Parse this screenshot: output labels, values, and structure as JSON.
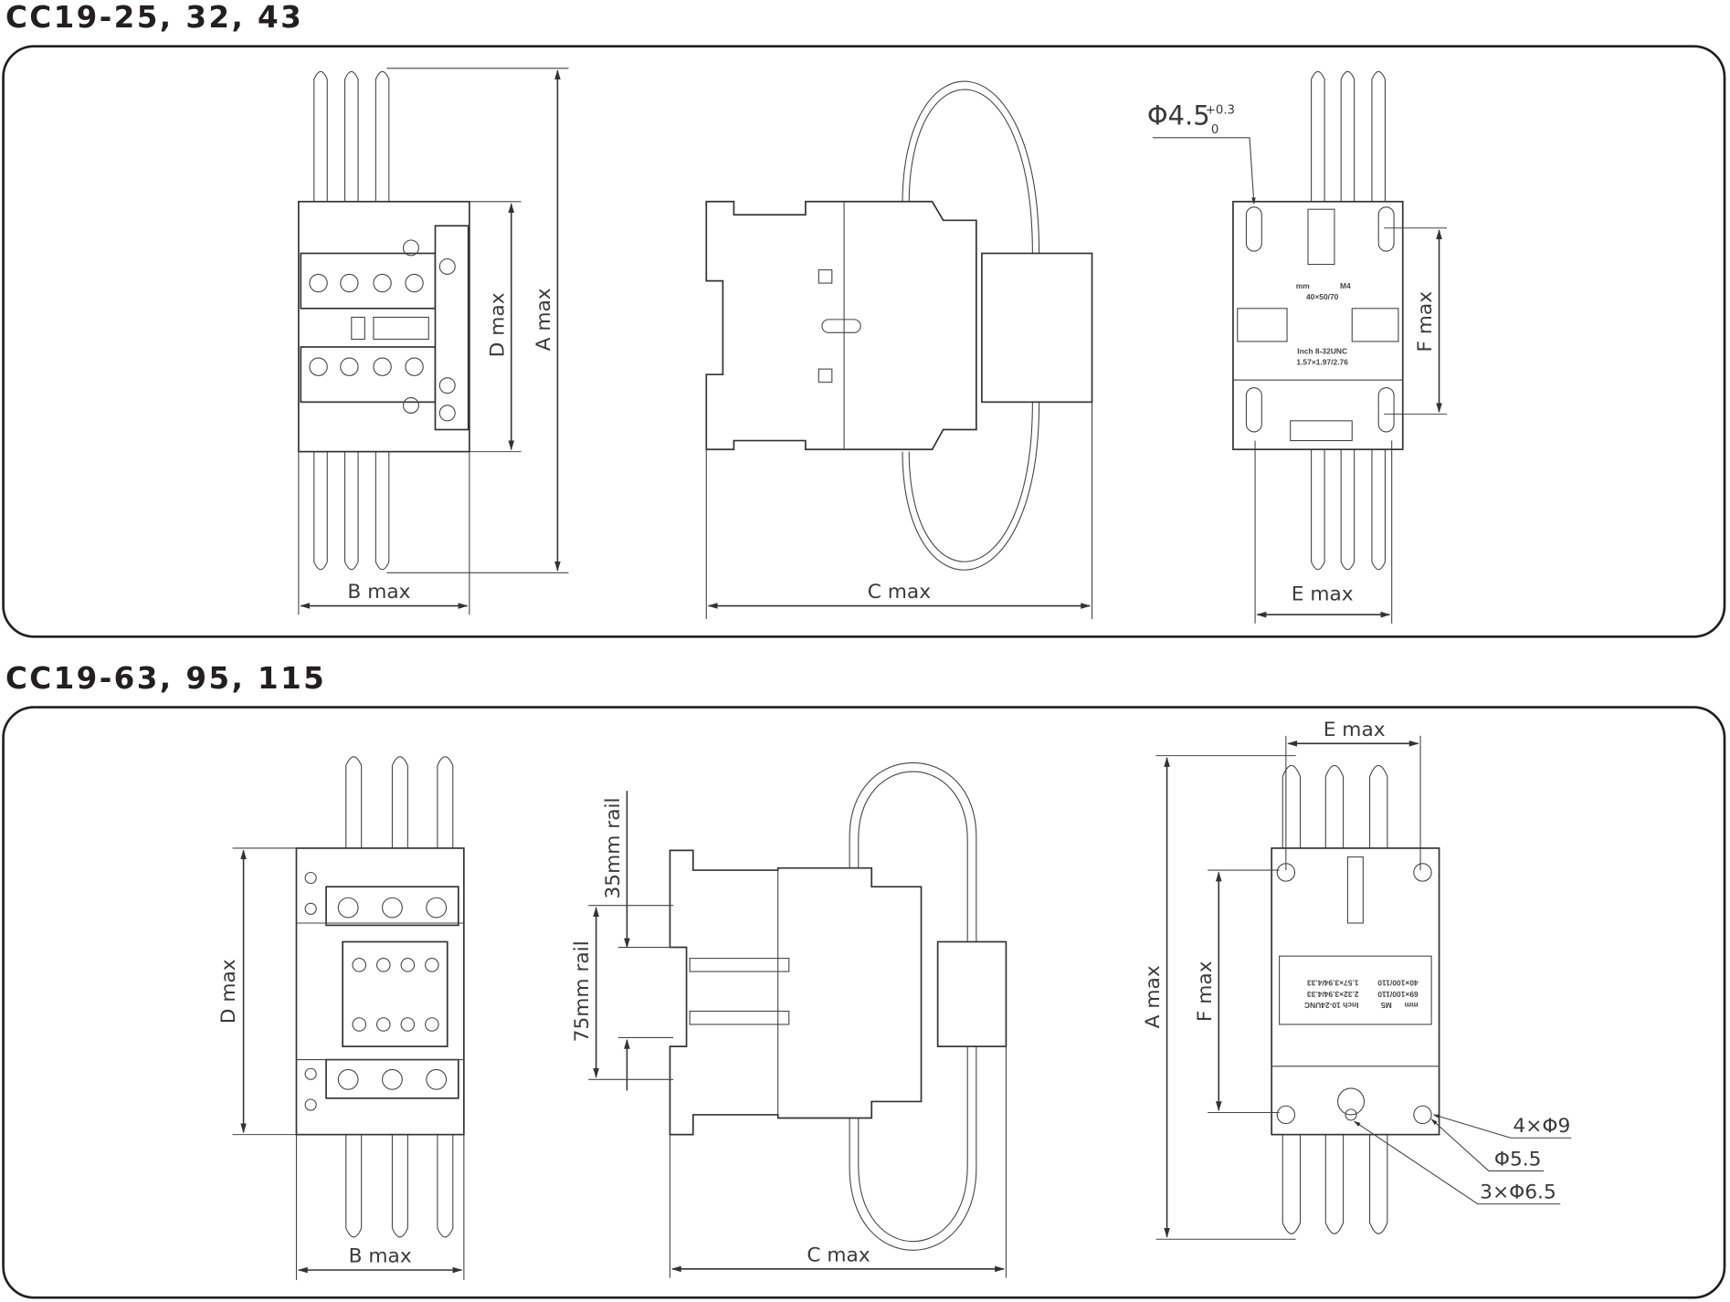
{
  "sections": [
    {
      "title": "CC19-25, 32, 43",
      "labels": {
        "a": "A max",
        "b": "B max",
        "c": "C max",
        "d": "D max",
        "e": "E max",
        "f": "F max"
      },
      "hole": {
        "symbol": "Φ4.5",
        "upper_tol": "+0.3",
        "lower_tol": "0"
      },
      "plate": {
        "mm": "mm",
        "screw": "M4",
        "mm_dims": "40×50/70",
        "inch": "Inch  8-32UNC",
        "inch_dims": "1.57×1.97/2.76"
      }
    },
    {
      "title": "CC19-63, 95, 115",
      "labels": {
        "a": "A max",
        "b": "B max",
        "c": "C max",
        "d": "D max",
        "e": "E max",
        "f": "F max"
      },
      "rails": {
        "r35": "35mm rail",
        "r75": "75mm rail"
      },
      "callouts": {
        "holes4": "4×Φ9",
        "hole55": "Φ5.5",
        "holes3": "3×Φ6.5"
      },
      "plate": {
        "mm": "mm",
        "screw": "M5",
        "mm_dims1": "69×100/110",
        "mm_dims2": "40×100/110",
        "inch": "Inch  10-24UNC",
        "inch_dims1": "2.32×3.94/4.33",
        "inch_dims2": "1.57×3.94/4.33"
      }
    }
  ]
}
